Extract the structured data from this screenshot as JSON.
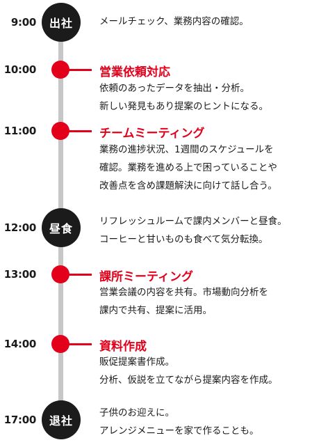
{
  "schedule": [
    {
      "time": "9:00",
      "label": "出社",
      "lines": [
        "メールチェック、業務内容の確認。"
      ]
    },
    {
      "time": "10:00",
      "heading": "営業依頼対応",
      "lines": [
        "依頼のあったデータを抽出・分析。",
        "新しい発見もあり提案のヒントになる。"
      ]
    },
    {
      "time": "11:00",
      "heading": "チームミーティング",
      "lines": [
        "業務の進捗状況、1週間のスケジュールを",
        "確認。業務を進める上で困っていることや",
        "改善点を含め課題解決に向けて話し合う。"
      ]
    },
    {
      "time": "12:00",
      "label": "昼食",
      "lines": [
        "リフレッシュルームで課内メンバーと昼食。",
        "コーヒーと甘いものも食べて気分転換。"
      ]
    },
    {
      "time": "13:00",
      "heading": "課所ミーティング",
      "lines": [
        "営業会議の内容を共有。市場動向分析を",
        "課内で共有、提案に活用。"
      ]
    },
    {
      "time": "14:00",
      "heading": "資料作成",
      "lines": [
        "販促提案書作成。",
        "分析、仮説を立てながら提案内容を作成。"
      ]
    },
    {
      "time": "17:00",
      "label": "退社",
      "lines": [
        "子供のお迎えに。",
        "アレンジメニューを家で作ることも。"
      ]
    }
  ],
  "colors": {
    "accent": "#e3001a",
    "circle": "#1b1b1b",
    "line": "#c7c7c7"
  }
}
